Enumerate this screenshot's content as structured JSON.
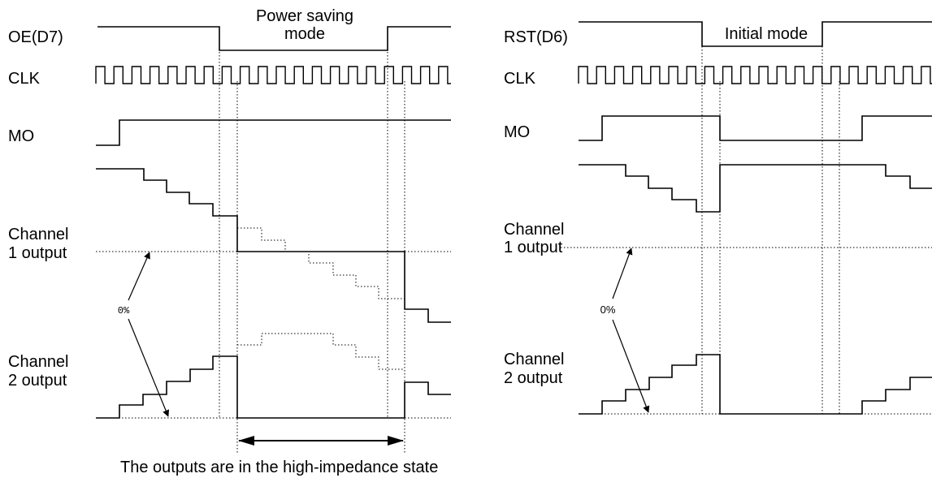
{
  "left_panel": {
    "oe_label": "OE(D7)",
    "mode_label_line1": "Power saving",
    "mode_label_line2": "mode",
    "clk_label": "CLK",
    "mo_label": "MO",
    "ch1_label_line1": "Channel",
    "ch1_label_line2": "1 output",
    "ch2_label_line1": "Channel",
    "ch2_label_line2": "2 output",
    "zero_label": "0%",
    "caption": "The outputs are in the high-impedance state"
  },
  "right_panel": {
    "rst_label": "RST(D6)",
    "mode_label": "Initial mode",
    "clk_label": "CLK",
    "mo_label": "MO",
    "ch1_label_line1": "Channel",
    "ch1_label_line2": "1 output",
    "ch2_label_line1": "Channel",
    "ch2_label_line2": "2 output",
    "zero_label": "0%"
  }
}
